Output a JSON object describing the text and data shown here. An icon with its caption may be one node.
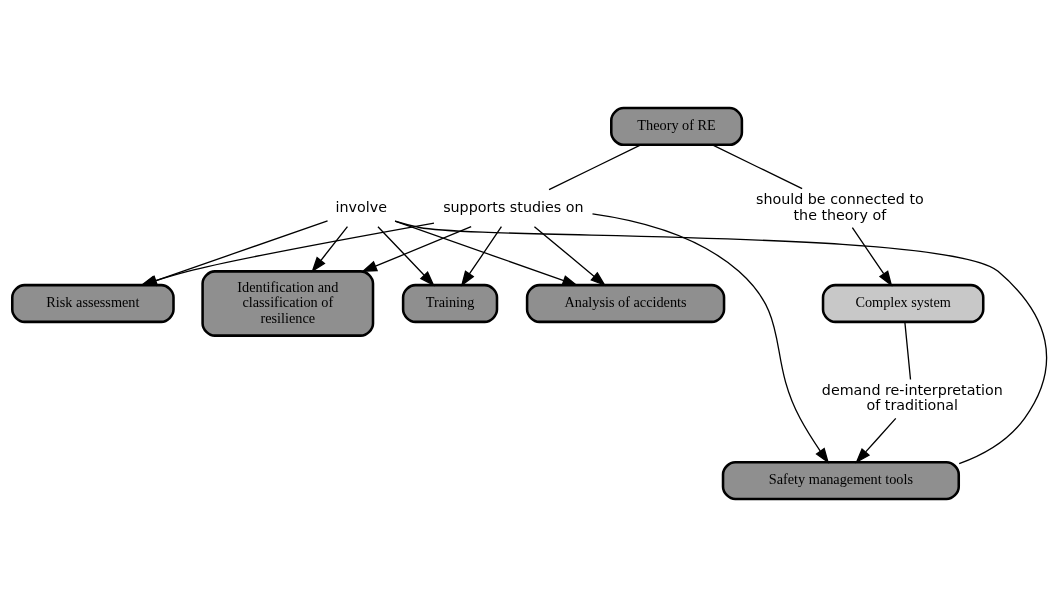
{
  "diagram": {
    "nodes": [
      {
        "text": [
          "Theory of RE"
        ]
      },
      {
        "text": [
          "supports studies on"
        ]
      },
      {
        "text": [
          "should be connected to the theory of"
        ]
      },
      {
        "text": [
          "Risk assessment"
        ]
      },
      {
        "text": [
          "Identification and classification of resilience"
        ]
      },
      {
        "text": [
          "Training"
        ]
      },
      {
        "text": [
          "Analysis of accidents"
        ]
      },
      {
        "text": [
          "Complex system"
        ]
      },
      {
        "text": [
          "involve"
        ]
      },
      {
        "text": [
          "demand re-interpretation of traditional"
        ]
      },
      {
        "text": [
          "Safety management tools"
        ]
      }
    ],
    "edges": [
      {
        "from": 0,
        "to": 1,
        "arrow": "none"
      },
      {
        "from": 0,
        "to": 2,
        "arrow": "none"
      },
      {
        "from": 2,
        "to": 7,
        "arrow": "to"
      },
      {
        "from": 1,
        "to": 3,
        "arrow": "to"
      },
      {
        "from": 1,
        "to": 4,
        "arrow": "to"
      },
      {
        "from": 1,
        "to": 5,
        "arrow": "to"
      },
      {
        "from": 1,
        "to": 6,
        "arrow": "to"
      },
      {
        "from": 1,
        "to": 10,
        "arrow": "to"
      },
      {
        "from": 10,
        "to": 8,
        "arrow": "none"
      },
      {
        "from": 8,
        "to": 3,
        "arrow": "to"
      },
      {
        "from": 8,
        "to": 4,
        "arrow": "to"
      },
      {
        "from": 8,
        "to": 5,
        "arrow": "to"
      },
      {
        "from": 8,
        "to": 6,
        "arrow": "to"
      },
      {
        "from": 7,
        "to": 9,
        "arrow": "none"
      },
      {
        "from": 9,
        "to": 10,
        "arrow": "to"
      }
    ]
  }
}
